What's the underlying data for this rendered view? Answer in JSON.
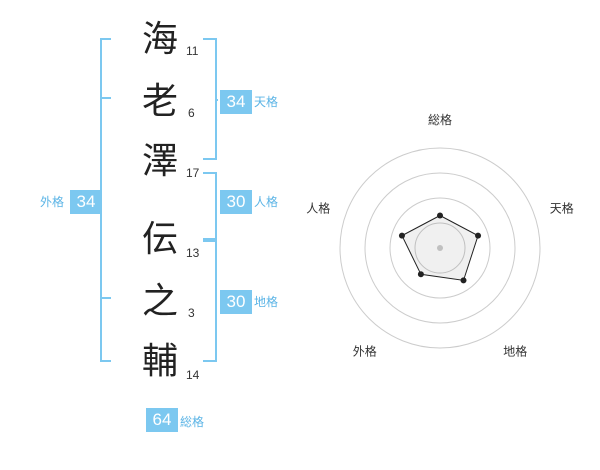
{
  "name_chars": [
    {
      "char": "海",
      "strokes": "11"
    },
    {
      "char": "老",
      "strokes": "6"
    },
    {
      "char": "澤",
      "strokes": "17"
    },
    {
      "char": "伝",
      "strokes": "13"
    },
    {
      "char": "之",
      "strokes": "3"
    },
    {
      "char": "輔",
      "strokes": "14"
    }
  ],
  "scores": {
    "tenkaku": {
      "value": "34",
      "label": "天格"
    },
    "jinkaku": {
      "value": "30",
      "label": "人格"
    },
    "chikaku": {
      "value": "30",
      "label": "地格"
    },
    "gaikaku": {
      "value": "34",
      "label": "外格"
    },
    "soukaku": {
      "value": "64",
      "label": "総格"
    }
  },
  "colors": {
    "accent": "#7cc8f0",
    "accent_text": "#5bb4e6"
  },
  "chart_data": {
    "type": "radar",
    "axes": [
      "総格",
      "天格",
      "地格",
      "外格",
      "人格"
    ],
    "levels": 4,
    "values": [
      1.3,
      1.6,
      1.6,
      1.3,
      1.6
    ],
    "max": 4
  }
}
